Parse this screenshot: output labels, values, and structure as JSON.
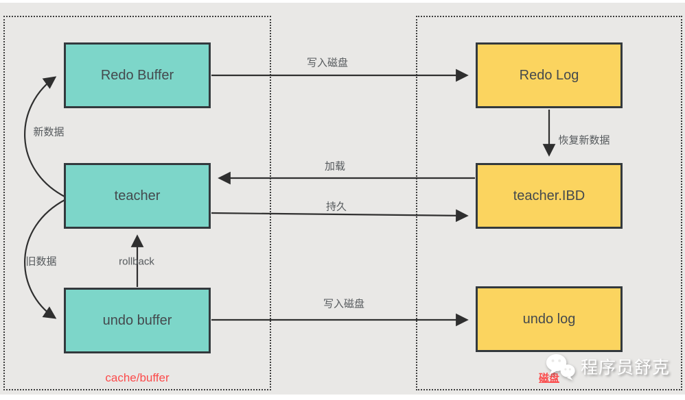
{
  "regions": {
    "cache": {
      "label": "cache/buffer"
    },
    "disk": {
      "label": "磁盘"
    }
  },
  "nodes": {
    "redo_buffer": {
      "label": "Redo Buffer"
    },
    "teacher": {
      "label": "teacher"
    },
    "undo_buffer": {
      "label": "undo buffer"
    },
    "redo_log": {
      "label": "Redo Log"
    },
    "teacher_ibd": {
      "label": "teacher.IBD"
    },
    "undo_log": {
      "label": "undo log"
    }
  },
  "edges": {
    "write_disk_top": {
      "label": "写入磁盘",
      "from": "Redo Buffer",
      "to": "Redo Log"
    },
    "restore_new_data": {
      "label": "恢复新数据",
      "from": "Redo Log",
      "to": "teacher.IBD"
    },
    "load": {
      "label": "加载",
      "from": "teacher.IBD",
      "to": "teacher"
    },
    "persist": {
      "label": "持久",
      "from": "teacher",
      "to": "teacher.IBD"
    },
    "write_disk_bottom": {
      "label": "写入磁盘",
      "from": "undo buffer",
      "to": "undo log"
    },
    "new_data": {
      "label": "新数据",
      "from": "teacher",
      "to": "Redo Buffer"
    },
    "old_data": {
      "label": "旧数据",
      "from": "teacher",
      "to": "undo buffer"
    },
    "rollback": {
      "label": "rollback",
      "from": "undo buffer",
      "to": "teacher"
    }
  },
  "watermark": {
    "text": "程序员舒克",
    "icon": "wechat-icon"
  },
  "colors": {
    "background": "#e9e8e6",
    "node_teal": "#7dd6c9",
    "node_yellow": "#fbd45f",
    "node_border": "#33393d",
    "arrow": "#2f2f2f",
    "accent_red": "#fb4b4b",
    "watermark_text": "#ffffff"
  }
}
